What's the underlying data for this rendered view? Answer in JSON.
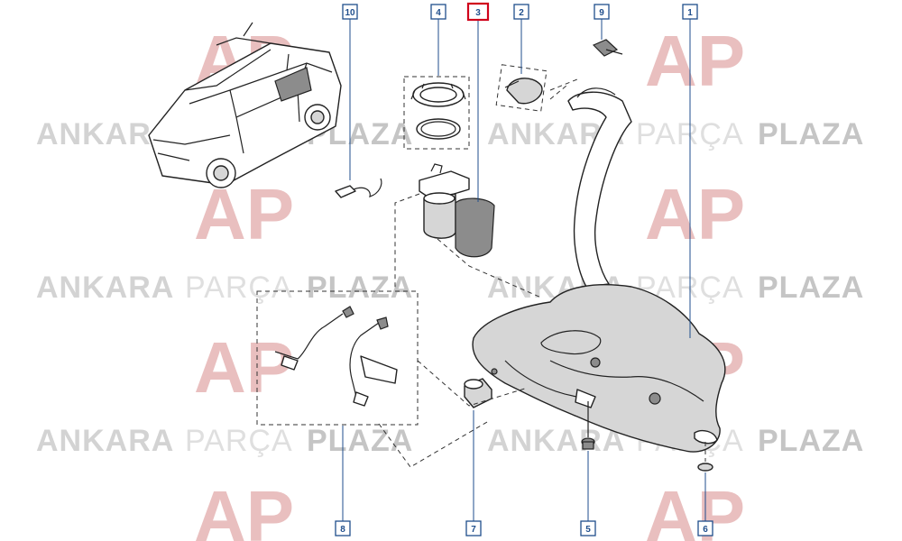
{
  "watermark": {
    "word_ankara": "ANKARA",
    "word_parca": "PARÇA",
    "word_plaza": "PLAZA",
    "logo_letters": "AP",
    "colors": {
      "ankara": "#cfcfcf",
      "parca": "#dcdcdc",
      "plaza": "#bfbfbf",
      "logo": "#e7b9b9"
    }
  },
  "callouts": [
    {
      "number": "10",
      "active": false
    },
    {
      "number": "4",
      "active": false
    },
    {
      "number": "3",
      "active": true
    },
    {
      "number": "2",
      "active": false
    },
    {
      "number": "9",
      "active": false
    },
    {
      "number": "1",
      "active": false
    },
    {
      "number": "8",
      "active": false
    },
    {
      "number": "7",
      "active": false
    },
    {
      "number": "5",
      "active": false
    },
    {
      "number": "6",
      "active": false
    }
  ],
  "colors": {
    "callout_border": "#1f4e8c",
    "callout_active_border": "#d0021b",
    "line": "#222222"
  }
}
